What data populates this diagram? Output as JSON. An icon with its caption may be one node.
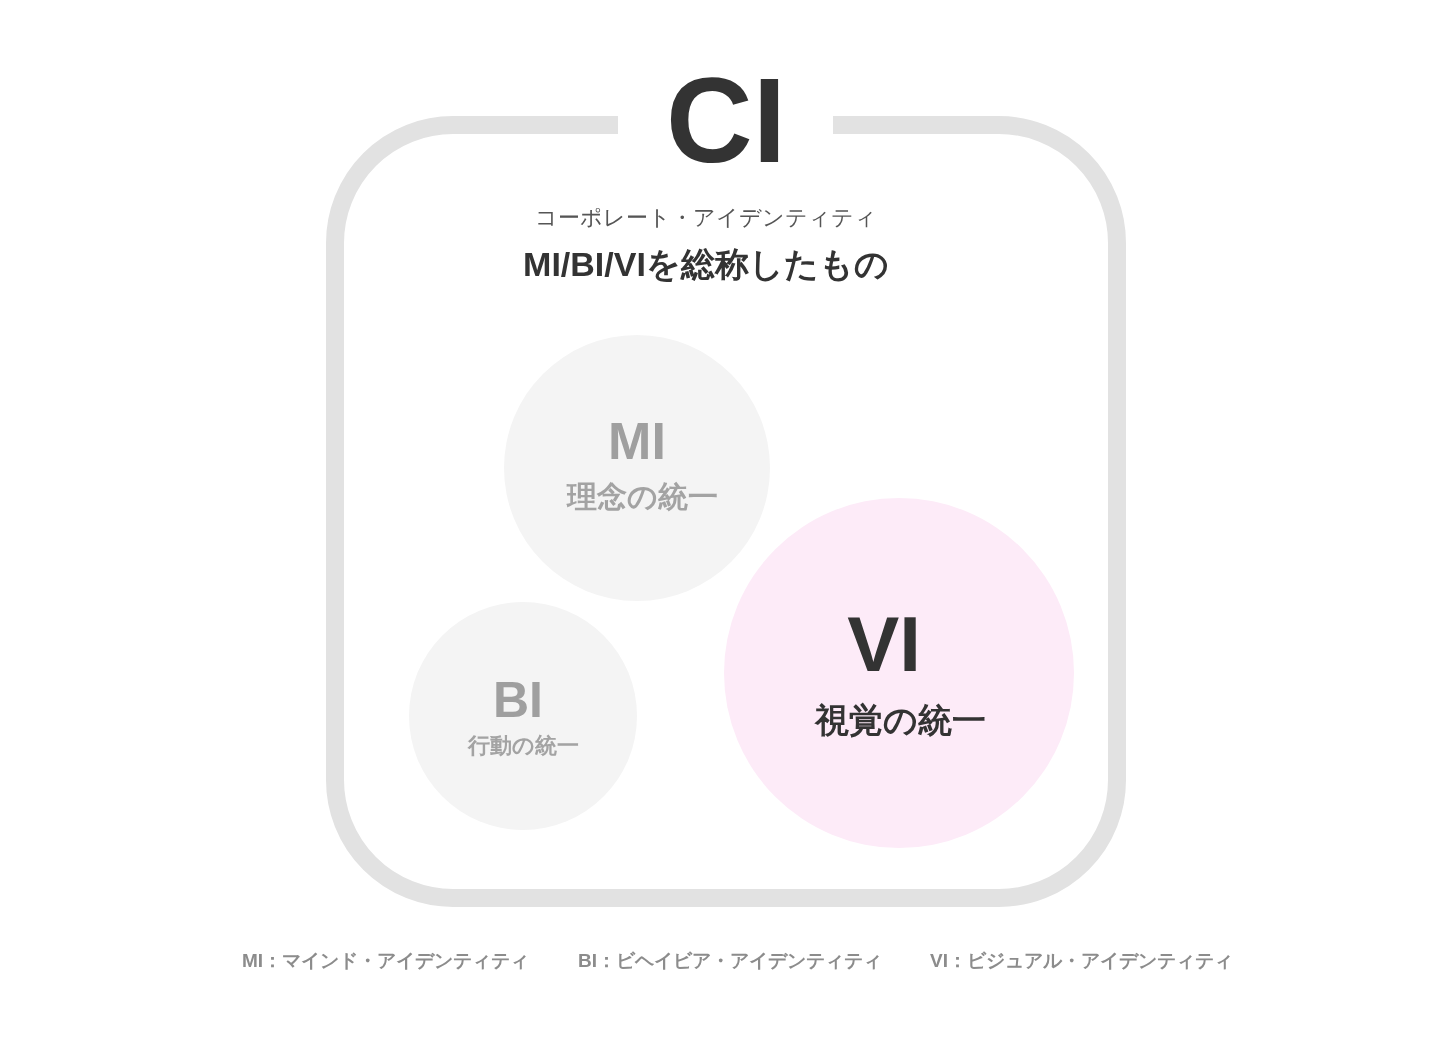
{
  "diagram": {
    "nodes": [
      {
        "text": [
          "CI",
          "コーポレート・アイデンティティ",
          "MI/BI/VIを総称したもの"
        ]
      },
      {
        "text": [
          "MI",
          "理念の統一"
        ],
        "in": 0
      },
      {
        "text": [
          "BI",
          "行動の統一"
        ],
        "in": 0
      },
      {
        "text": [
          "VI",
          "視覚の統一"
        ],
        "in": 0
      }
    ],
    "labels": [
      "MI：マインド・アイデンティティ",
      "BI：ビヘイビア・アイデンティティ",
      "VI：ビジュアル・アイデンティティ"
    ]
  }
}
